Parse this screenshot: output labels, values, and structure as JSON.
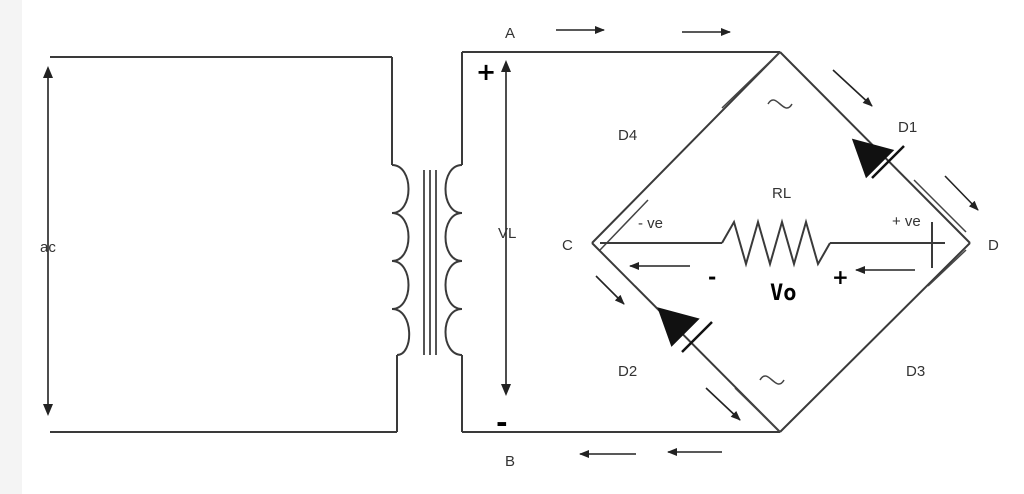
{
  "labels": {
    "node_a": "A",
    "node_b": "B",
    "node_c": "C",
    "node_d": "D",
    "ac": "ac",
    "vl": "VL",
    "d1": "D1",
    "d2": "D2",
    "d3": "D3",
    "d4": "D4",
    "rl": "RL",
    "neg_ve": "- ve",
    "pos_ve": "+ ve",
    "vo": "Vo",
    "plus_top": "+",
    "minus_bottom": "-",
    "plus_right": "+",
    "minus_left": "-"
  },
  "colors": {
    "wire": "#3a3a3a",
    "diode": "#111111",
    "text": "#333333"
  }
}
